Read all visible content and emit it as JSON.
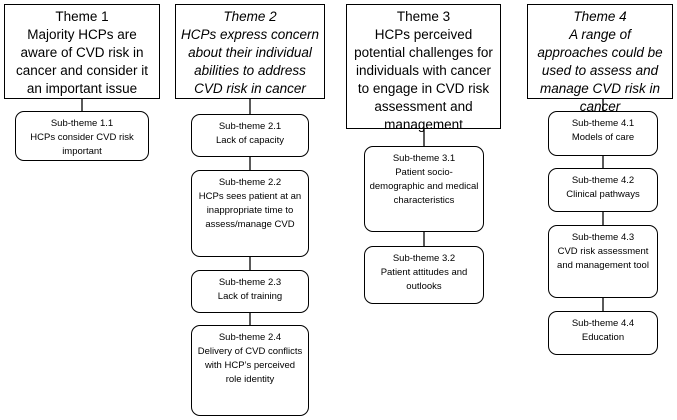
{
  "themes": [
    {
      "title": "Theme 1",
      "description": "Majority HCPs are aware of CVD risk in cancer and consider it an important issue",
      "italic": false,
      "subthemes": [
        {
          "title": "Sub-theme 1.1",
          "description": "HCPs consider CVD risk important"
        }
      ]
    },
    {
      "title": "Theme 2",
      "description": "HCPs express concern about their individual abilities to address CVD risk in cancer",
      "italic": true,
      "subthemes": [
        {
          "title": "Sub-theme 2.1",
          "description": "Lack of capacity"
        },
        {
          "title": "Sub-theme 2.2",
          "description": "HCPs sees patient at an inappropriate time to assess/manage CVD"
        },
        {
          "title": "Sub-theme 2.3",
          "description": "Lack of training"
        },
        {
          "title": "Sub-theme 2.4",
          "description": "Delivery of CVD conflicts with HCP’s perceived role identity"
        }
      ]
    },
    {
      "title": "Theme 3",
      "description": "HCPs perceived potential challenges for individuals with cancer to engage in CVD risk assessment and management",
      "italic": false,
      "subthemes": [
        {
          "title": "Sub-theme 3.1",
          "description": "Patient socio-demographic and medical characteristics"
        },
        {
          "title": "Sub-theme 3.2",
          "description": "Patient attitudes and outlooks"
        }
      ]
    },
    {
      "title": "Theme 4",
      "description": "A range of approaches could be used to assess and manage CVD risk in cancer",
      "italic": true,
      "subthemes": [
        {
          "title": "Sub-theme 4.1",
          "description": "Models of care"
        },
        {
          "title": "Sub-theme 4.2",
          "description": "Clinical pathways"
        },
        {
          "title": "Sub-theme 4.3",
          "description": "CVD risk assessment and management tool"
        },
        {
          "title": "Sub-theme 4.4",
          "description": "Education"
        }
      ]
    }
  ]
}
